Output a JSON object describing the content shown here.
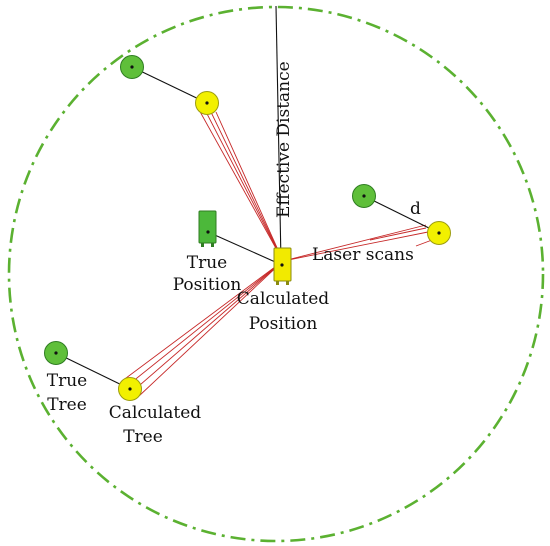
{
  "colors": {
    "boundary": "#5bb131",
    "true_tree": "#5fbf3a",
    "true_tree_stroke": "#2f7d22",
    "calc_tree": "#f2f000",
    "calc_tree_stroke": "#9d9d10",
    "scan_line": "#c62828",
    "link_line": "#111111",
    "robot_true": "#4cb83a",
    "robot_calc": "#f2ea00"
  },
  "labels": {
    "effective_distance": "Effective Distance",
    "laser_scans": "Laser scans",
    "d": "d",
    "true_position_1": "True",
    "true_position_2": "Position",
    "calculated_position_1": "Calculated",
    "calculated_position_2": "Position",
    "true_tree_1": "True",
    "true_tree_2": "Tree",
    "calculated_tree_1": "Calculated",
    "calculated_tree_2": "Tree"
  }
}
